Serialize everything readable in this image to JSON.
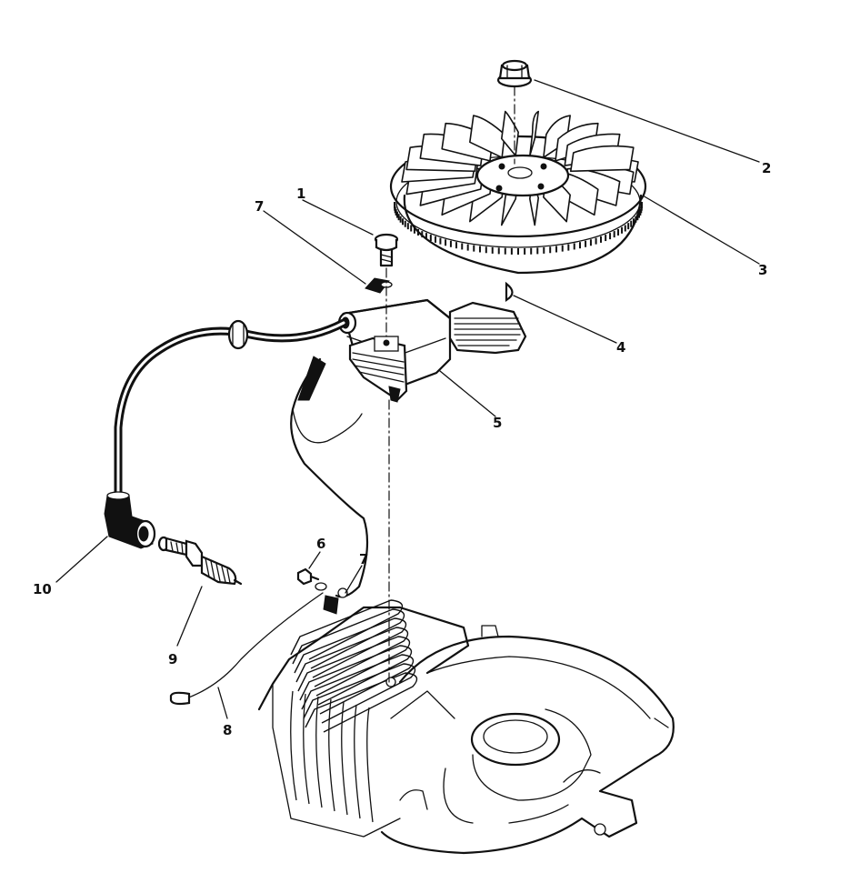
{
  "callouts": {
    "c1": "1",
    "c2": "2",
    "c3": "3",
    "c4": "4",
    "c5": "5",
    "c6": "6",
    "c7a": "7",
    "c7b": "7",
    "c8": "8",
    "c9": "9",
    "c10": "10"
  },
  "colors": {
    "ink": "#111111",
    "paper": "#ffffff"
  }
}
